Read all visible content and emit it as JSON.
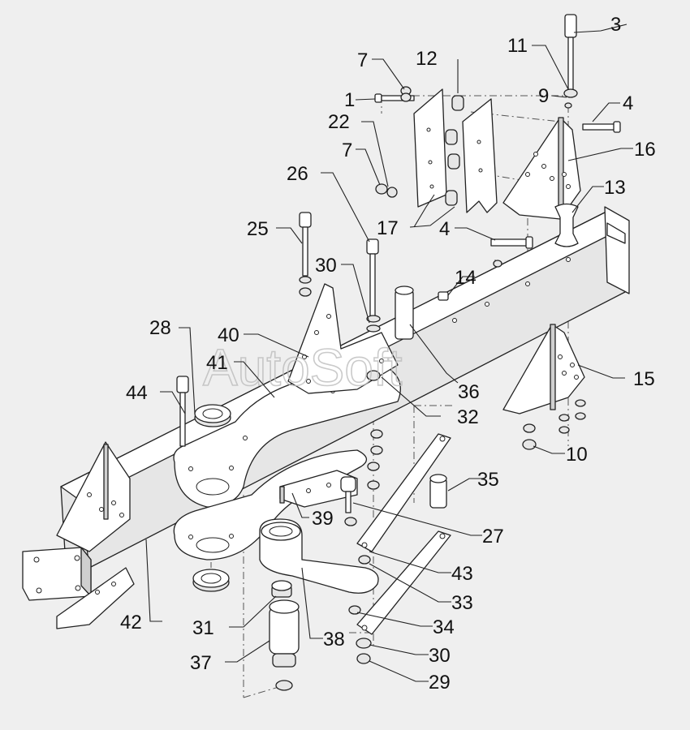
{
  "watermark": "AutoSoft",
  "callouts": [
    {
      "id": "c1",
      "label": "1"
    },
    {
      "id": "c3",
      "label": "3"
    },
    {
      "id": "c4a",
      "label": "4"
    },
    {
      "id": "c4b",
      "label": "4"
    },
    {
      "id": "c7a",
      "label": "7"
    },
    {
      "id": "c7b",
      "label": "7"
    },
    {
      "id": "c9",
      "label": "9"
    },
    {
      "id": "c10",
      "label": "10"
    },
    {
      "id": "c11",
      "label": "11"
    },
    {
      "id": "c12",
      "label": "12"
    },
    {
      "id": "c13",
      "label": "13"
    },
    {
      "id": "c14",
      "label": "14"
    },
    {
      "id": "c15",
      "label": "15"
    },
    {
      "id": "c16",
      "label": "16"
    },
    {
      "id": "c17",
      "label": "17"
    },
    {
      "id": "c22",
      "label": "22"
    },
    {
      "id": "c25",
      "label": "25"
    },
    {
      "id": "c26",
      "label": "26"
    },
    {
      "id": "c27",
      "label": "27"
    },
    {
      "id": "c28",
      "label": "28"
    },
    {
      "id": "c29",
      "label": "29"
    },
    {
      "id": "c30a",
      "label": "30"
    },
    {
      "id": "c30b",
      "label": "30"
    },
    {
      "id": "c31",
      "label": "31"
    },
    {
      "id": "c32",
      "label": "32"
    },
    {
      "id": "c33",
      "label": "33"
    },
    {
      "id": "c34",
      "label": "34"
    },
    {
      "id": "c35",
      "label": "35"
    },
    {
      "id": "c36",
      "label": "36"
    },
    {
      "id": "c37",
      "label": "37"
    },
    {
      "id": "c38",
      "label": "38"
    },
    {
      "id": "c39",
      "label": "39"
    },
    {
      "id": "c40",
      "label": "40"
    },
    {
      "id": "c41",
      "label": "41"
    },
    {
      "id": "c42",
      "label": "42"
    },
    {
      "id": "c43",
      "label": "43"
    },
    {
      "id": "c44",
      "label": "44"
    }
  ]
}
